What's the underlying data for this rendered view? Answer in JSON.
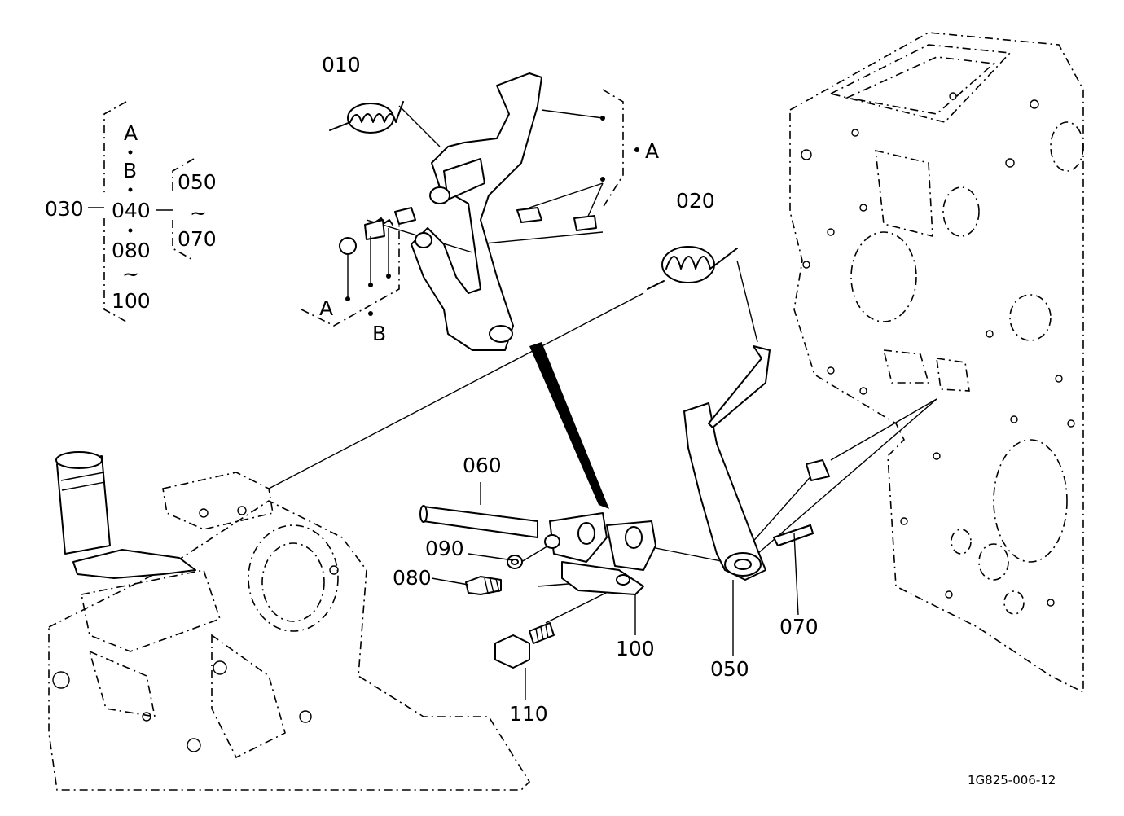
{
  "callouts": {
    "p010": "010",
    "p020": "020",
    "p030": "030",
    "p040": "040",
    "p050": "050",
    "p060": "060",
    "p070": "070",
    "p080": "080",
    "p090": "090",
    "p100": "100",
    "p110": "110"
  },
  "bracket_left": {
    "a": "A",
    "b": "B",
    "p040": "040",
    "p080": "080",
    "tilde": "~",
    "p100": "100"
  },
  "bracket_right": {
    "p050": "050",
    "tilde": "~",
    "p070": "070"
  },
  "groups": {
    "a_right": "A",
    "a_left": "A",
    "b_left": "B"
  },
  "reference_code": "1G825-006-12"
}
